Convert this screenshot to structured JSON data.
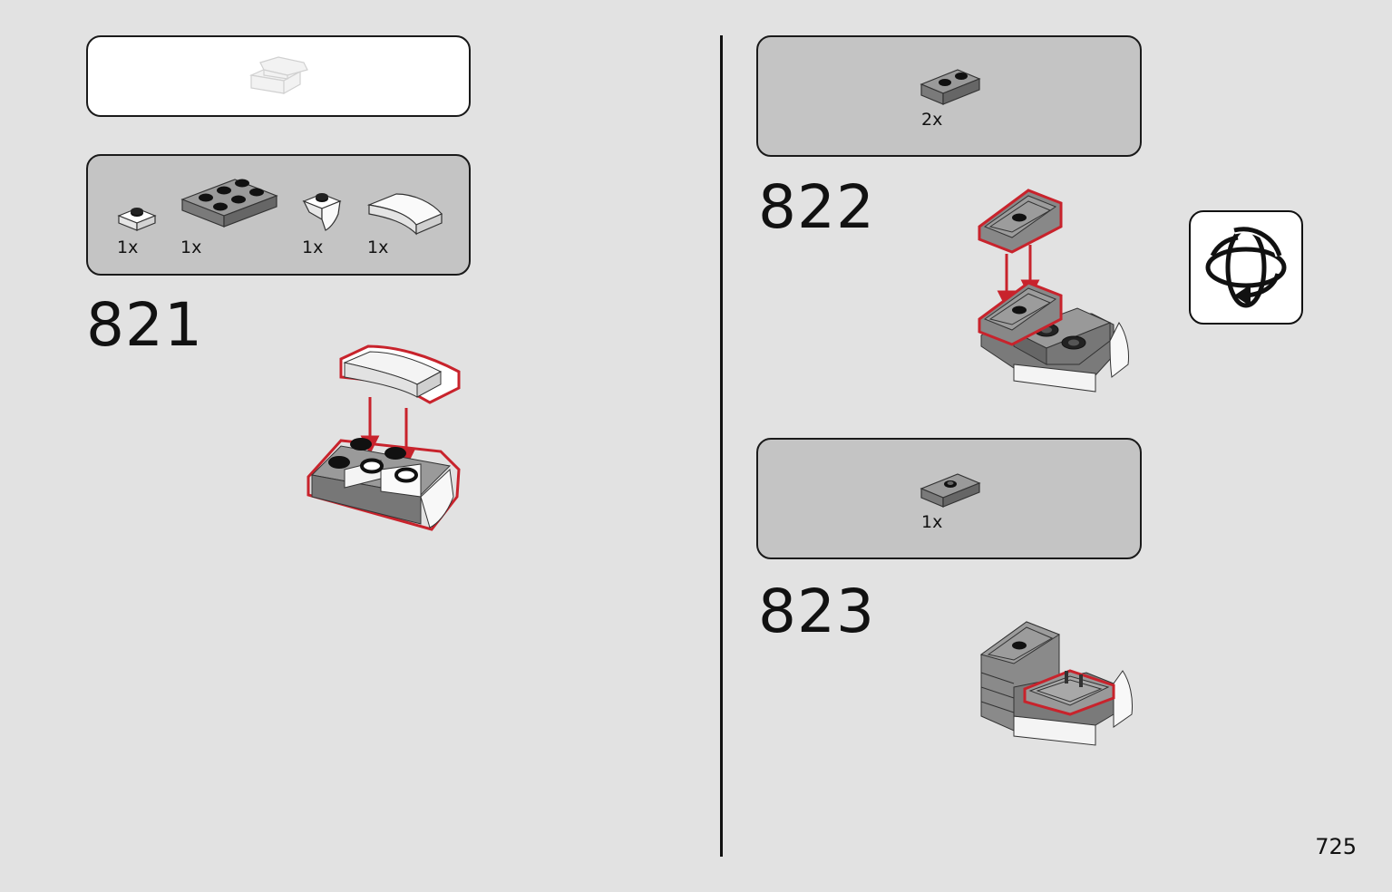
{
  "page_number": "725",
  "steps": [
    {
      "number": "821",
      "parts": [
        {
          "qty": "1x",
          "icon": "tile-1x1-white-icon"
        },
        {
          "qty": "1x",
          "icon": "plate-2x3-grey-icon"
        },
        {
          "qty": "1x",
          "icon": "slope-tooth-white-icon"
        },
        {
          "qty": "1x",
          "icon": "curved-slope-white-icon"
        }
      ]
    },
    {
      "number": "822",
      "parts": [
        {
          "qty": "2x",
          "icon": "plate-1x2-grey-icon"
        }
      ]
    },
    {
      "number": "823",
      "parts": [
        {
          "qty": "1x",
          "icon": "jumper-plate-1x2-grey-icon"
        }
      ]
    }
  ],
  "sub_assembly_preview": {
    "icon": "sub-assembly-preview-icon"
  },
  "rotate_hint": {
    "icon": "rotate-model-icon"
  },
  "colors": {
    "background": "#e2e2e2",
    "callout_red": "#c8232c",
    "parts_box": "#c4c4c4",
    "brick_grey": "#8a8a8a"
  }
}
